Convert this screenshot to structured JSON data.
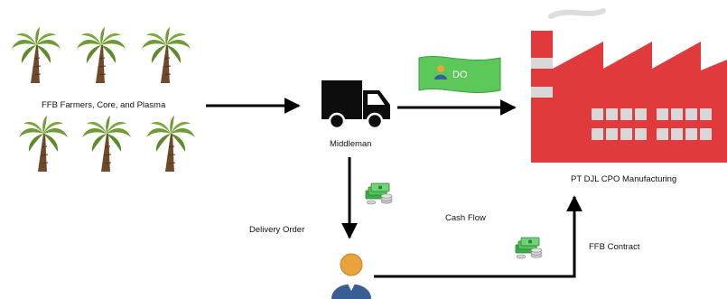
{
  "nodes": {
    "farmers": {
      "label": "FFB Farmers, Core, and Plasma",
      "icon": "palm-tree-icon"
    },
    "middleman": {
      "label": "Middleman",
      "icon": "truck-icon"
    },
    "factory": {
      "label": "PT DJL CPO Manufacturing",
      "icon": "factory-icon"
    },
    "agent": {
      "icon": "person-icon"
    }
  },
  "edges": {
    "delivery_order": {
      "label": "Delivery Order"
    },
    "cash_flow": {
      "label": "Cash Flow"
    },
    "ffb_contract": {
      "label": "FFB Contract"
    },
    "do_note": {
      "label": "DO",
      "icon": "banknote-icon"
    }
  },
  "colors": {
    "palm_leaf": "#6f9a35",
    "palm_trunk": "#6e4a2b",
    "truck": "#0d0d0d",
    "factory_red": "#e13a3d",
    "factory_window": "#d8d8d8",
    "banknote": "#5cc85a",
    "money": "#3fae4a",
    "person_head": "#e8a33b",
    "person_body": "#3a5d94",
    "arrow": "#000000"
  }
}
